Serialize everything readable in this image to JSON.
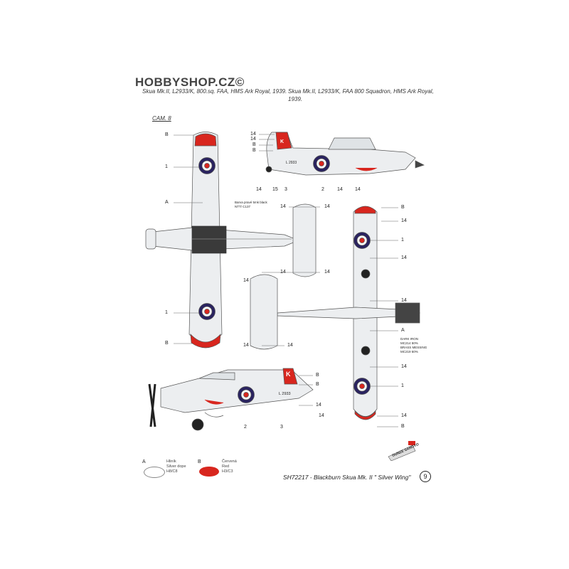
{
  "watermark": "HOBBYSHOP.CZ©",
  "captions": {
    "left": "Skua Mk.II, L2933/K, 800.sq. FAA, HMS Ark Royal, 1939.",
    "right_line1": "Skua Mk.II, L2933/K, FAA 800 Squadron, HMS Ark Royal,",
    "right_line2": "1939."
  },
  "cam_label": "CAM. 8",
  "callouts": {
    "n1": "1",
    "n2": "2",
    "n3": "3",
    "n14": "14",
    "n15": "15",
    "A": "A",
    "B": "B",
    "K": "K"
  },
  "serial": "L 2933",
  "walkway_note_line1": "Barva pravé (",
  "walkway_note_line1_full": "Barva pravé 5mk black",
  "walkway_note_line2": "NTT/ C137",
  "dark_iron_note": [
    "DARK IRON",
    "MC214 50%",
    "BRASS MESSING",
    "MC219 50%"
  ],
  "legend": {
    "A": {
      "code": "A",
      "line1": "Hliník",
      "line2": "Silver dope",
      "line3": "H8/C8"
    },
    "B": {
      "code": "B",
      "line1": "Červená",
      "line2": "Red",
      "line3": "H3/C3"
    }
  },
  "brand_logo_text": "GUNZE SANGYO",
  "footer": "SH72217 - Blackburn Skua Mk. II \" Silver Wing\"",
  "page_number": "9",
  "colors": {
    "silver": "#eceef0",
    "red": "#d8261e",
    "roundel_blue": "#2a2360",
    "dark": "#333333"
  }
}
